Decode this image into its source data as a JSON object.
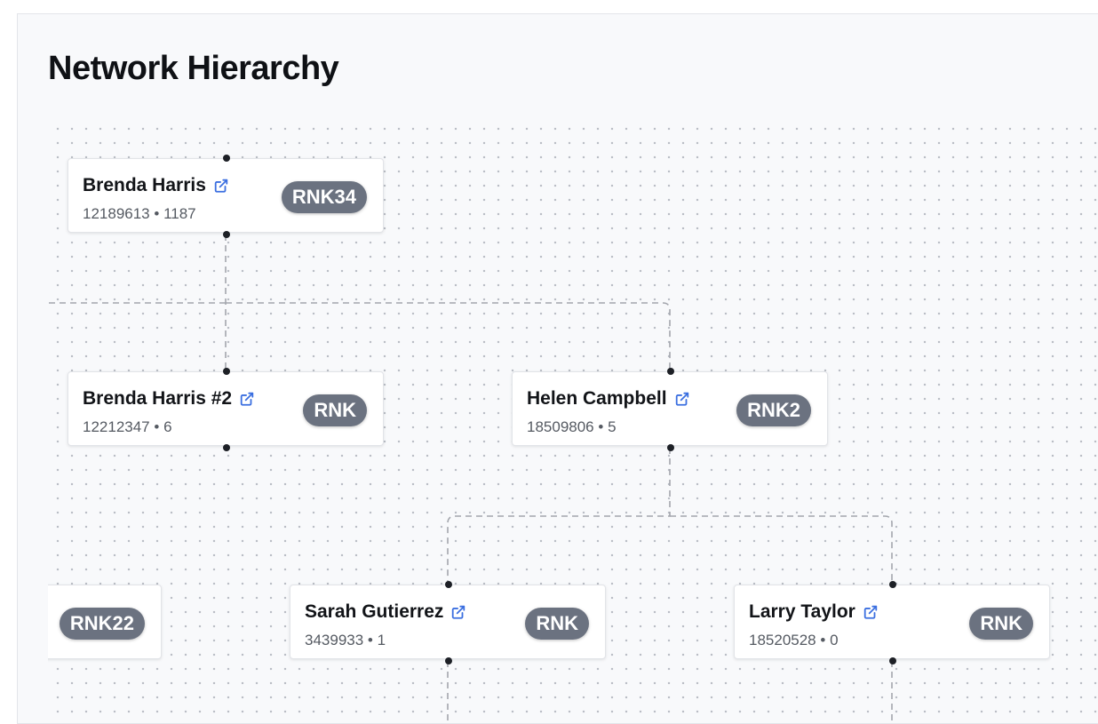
{
  "page": {
    "title": "Network Hierarchy"
  },
  "nodes": [
    {
      "name": "Brenda Harris",
      "id": "12189613",
      "count": "1187",
      "rank": "RNK34"
    },
    {
      "name": "Brenda Harris #2",
      "id": "12212347",
      "count": "6",
      "rank": "RNK"
    },
    {
      "name": "Helen Campbell",
      "id": "18509806",
      "count": "5",
      "rank": "RNK2"
    },
    {
      "name": "",
      "id": "",
      "count": "",
      "rank": "RNK22"
    },
    {
      "name": "Sarah Gutierrez",
      "id": "3439933",
      "count": "1",
      "rank": "RNK"
    },
    {
      "name": "Larry Taylor",
      "id": "18520528",
      "count": "0",
      "rank": "RNK"
    }
  ],
  "meta_separator": "•",
  "icons": {
    "node_link": "external-link-icon"
  },
  "colors": {
    "badge": "#6b7280",
    "link_icon": "#3b6fe0",
    "edge": "#a3a6ad",
    "handle": "#1d2026"
  }
}
